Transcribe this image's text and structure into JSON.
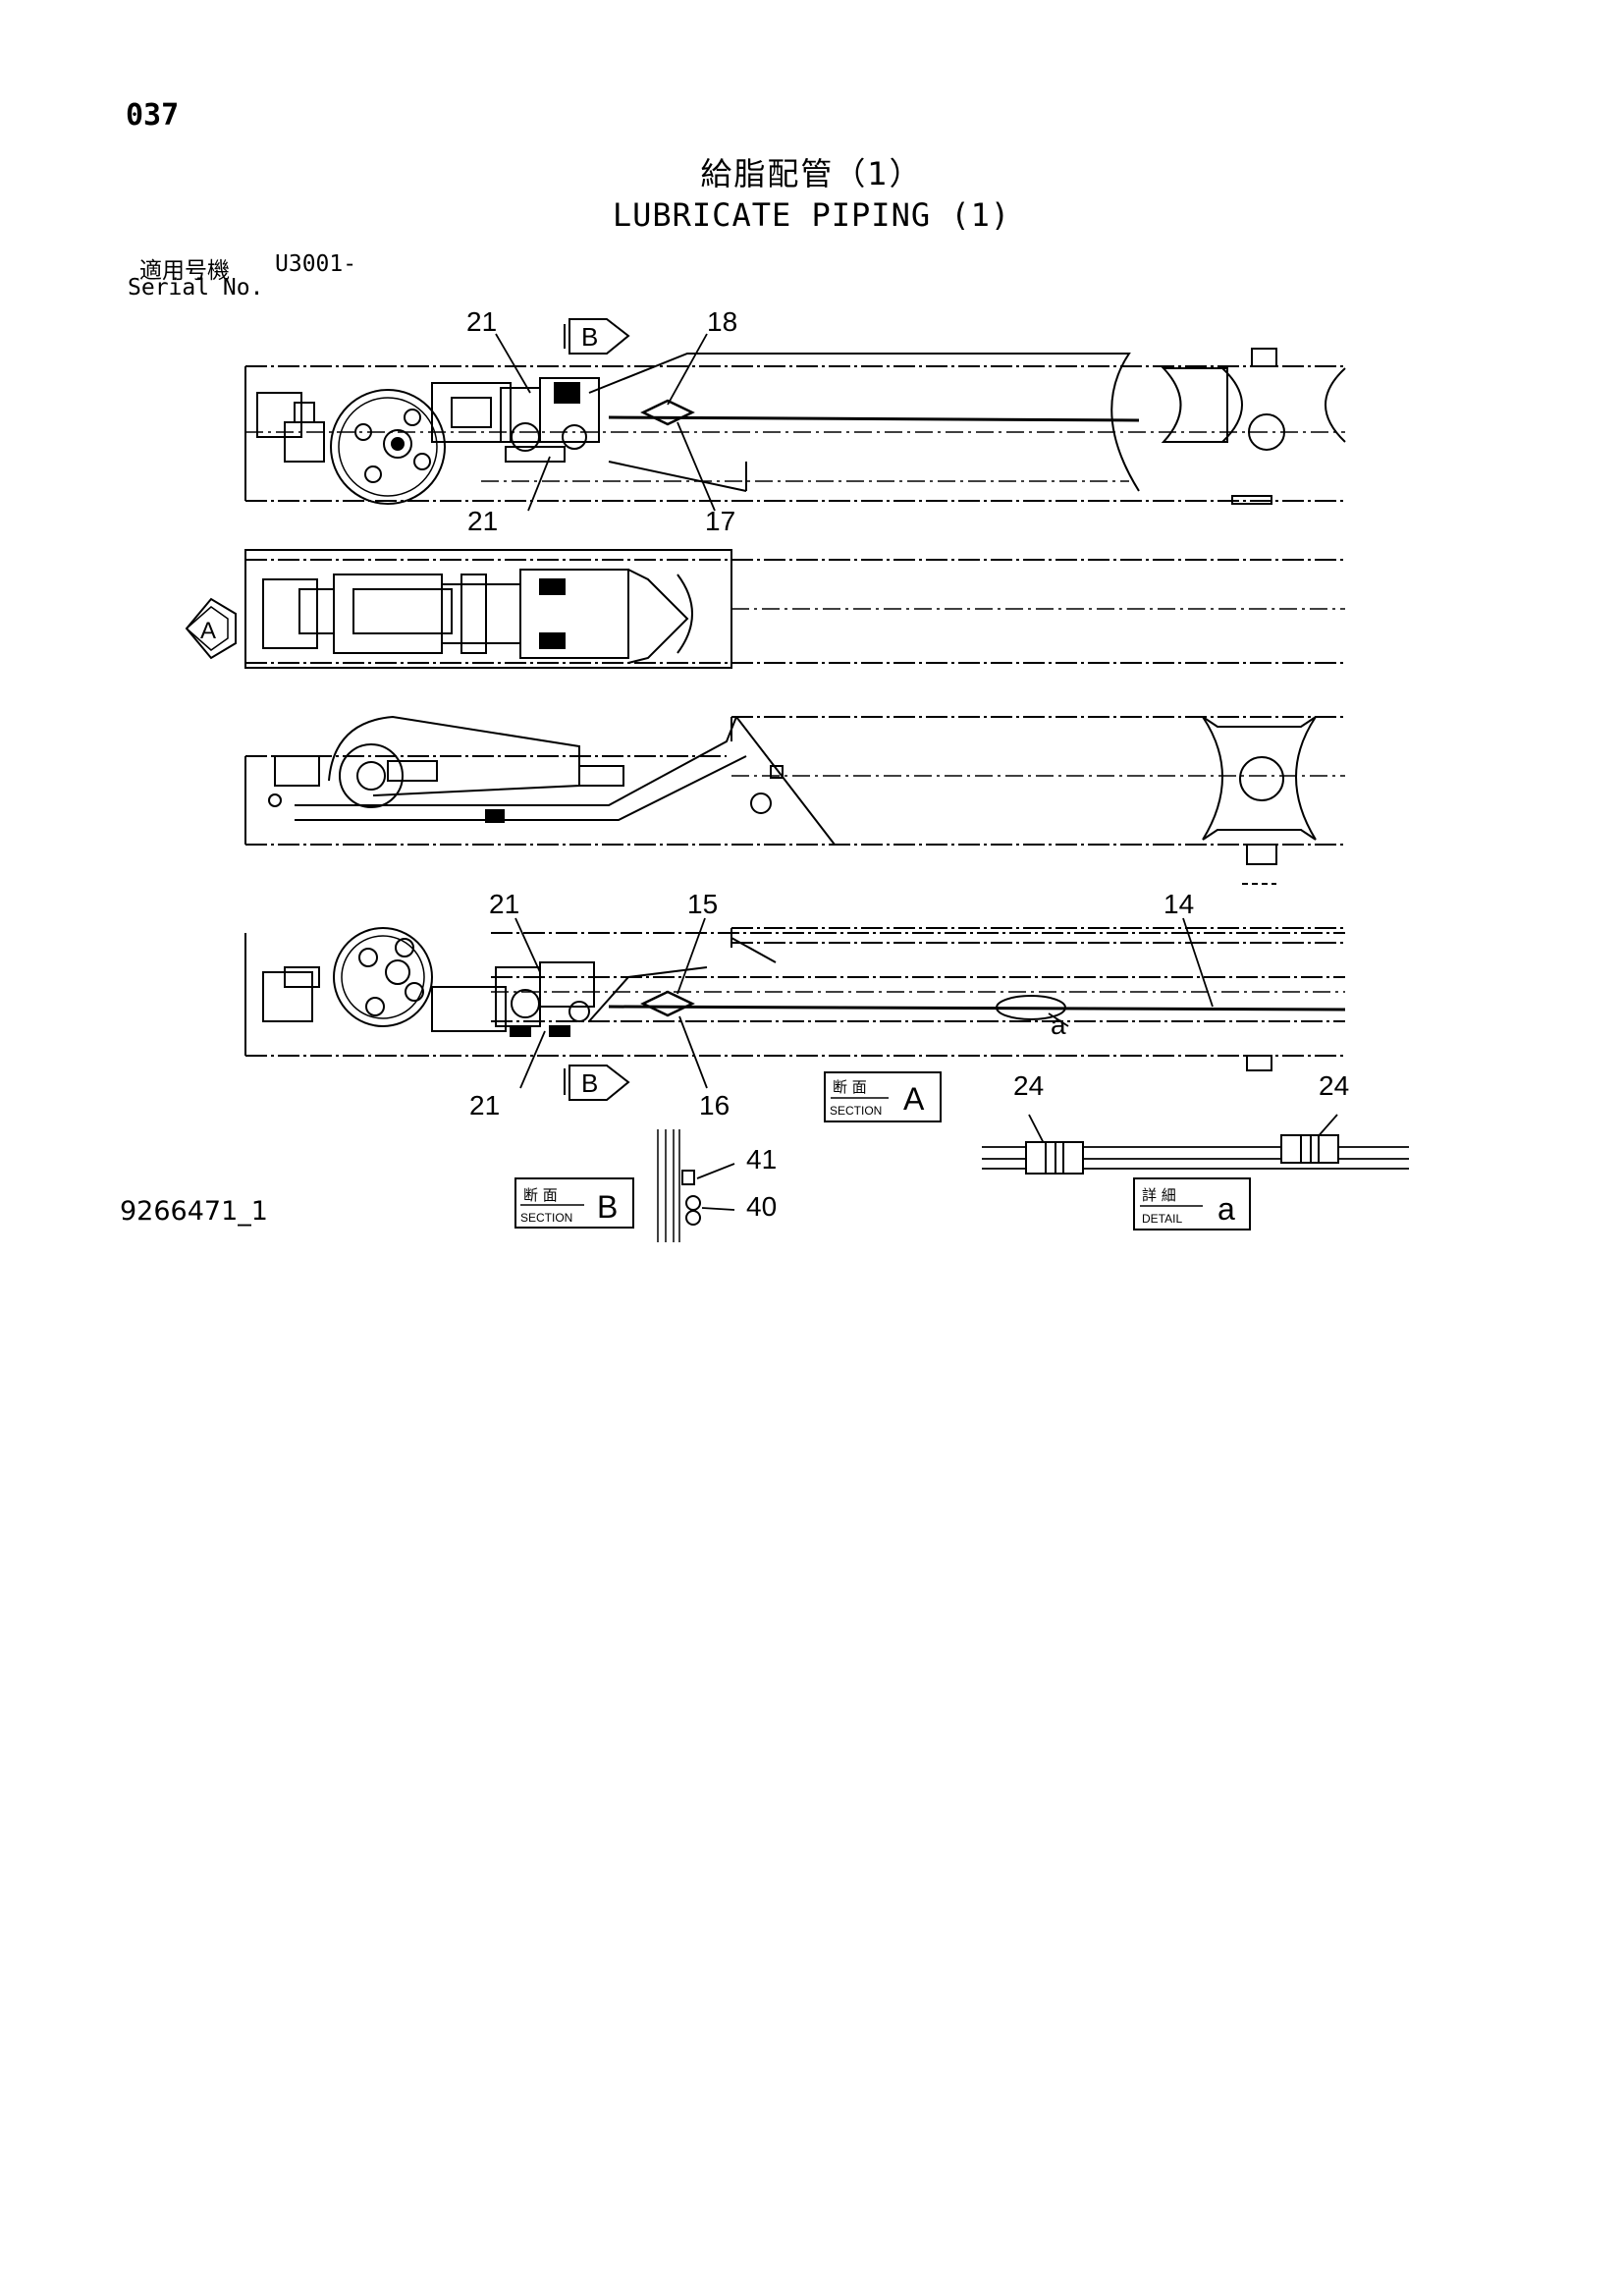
{
  "page_number": "037",
  "title_jp": "給脂配管（1）",
  "title_en": "LUBRICATE PIPING (1)",
  "serial": {
    "label_jp": "適用号機",
    "value": "U3001-",
    "label_en": "Serial No."
  },
  "document_id": "9266471_1",
  "callouts": {
    "c21a": "21",
    "c21b": "21",
    "c21c": "21",
    "c21d": "21",
    "c18": "18",
    "c17": "17",
    "c15": "15",
    "c16": "16",
    "c14": "14",
    "c24a": "24",
    "c24b": "24",
    "c41": "41",
    "c40": "40",
    "detail_a_mark": "a"
  },
  "view_markers": {
    "b_top": "B",
    "b_bottom": "B",
    "a_left": "A"
  },
  "section_boxes": {
    "section_a": {
      "jp": "断 面",
      "en": "SECTION",
      "letter": "A"
    },
    "section_b": {
      "jp": "断 面",
      "en": "SECTION",
      "letter": "B"
    },
    "detail_a": {
      "jp": "詳 細",
      "en": "DETAIL",
      "letter": "a"
    }
  }
}
